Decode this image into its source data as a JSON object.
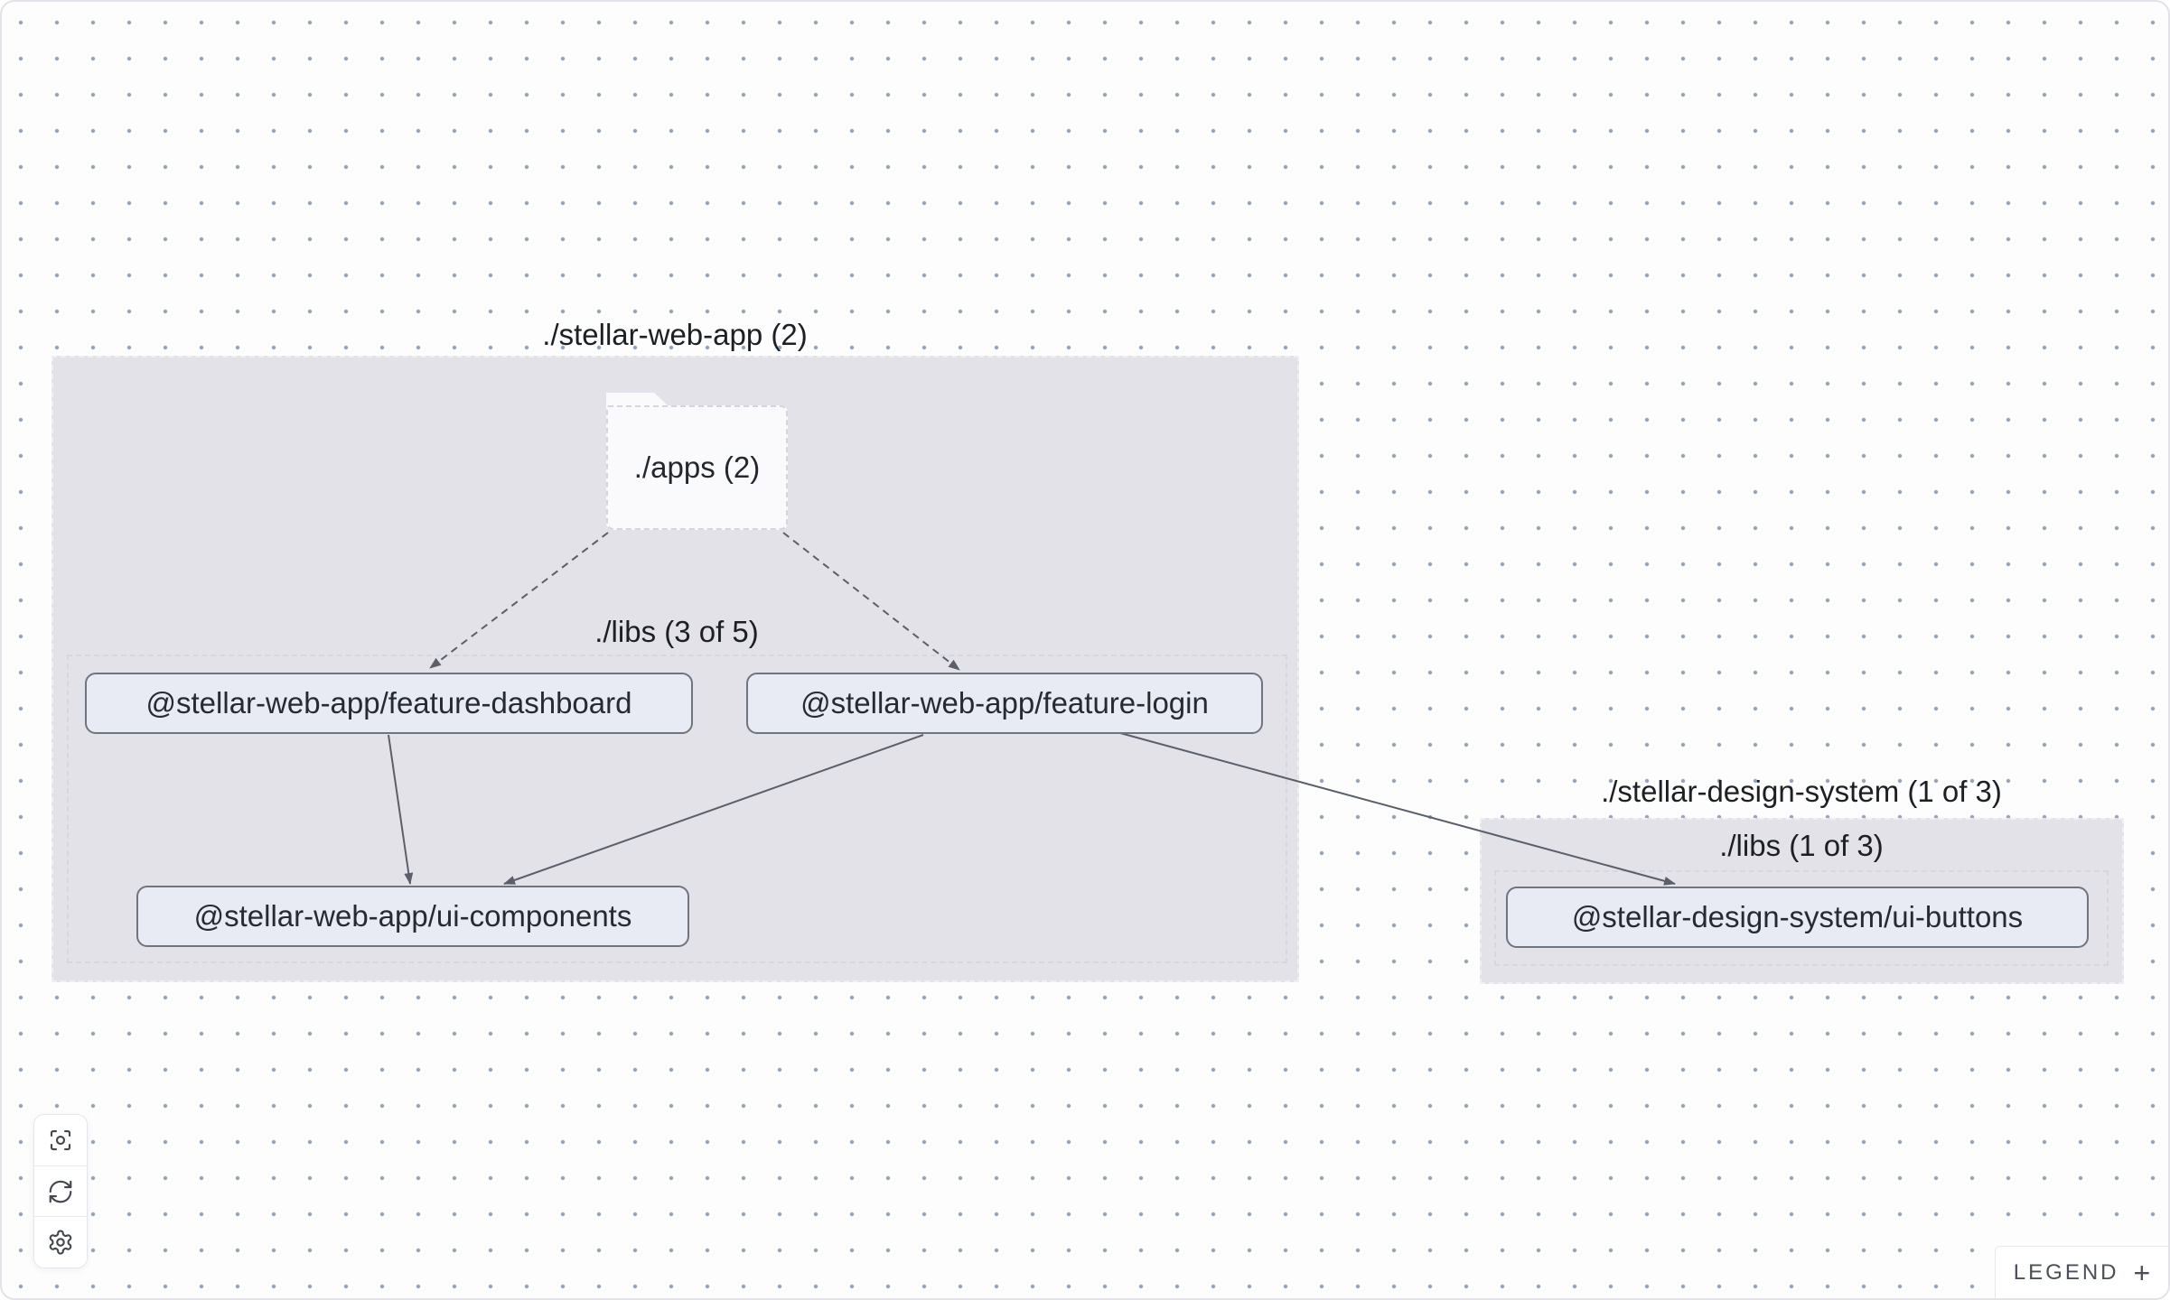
{
  "graph": {
    "groups": [
      {
        "id": "stellar-web-app",
        "label": "./stellar-web-app (2)"
      },
      {
        "id": "stellar-web-app-libs",
        "label": "./libs (3 of 5)"
      },
      {
        "id": "stellar-design-system",
        "label": "./stellar-design-system (1 of 3)"
      },
      {
        "id": "stellar-design-system-libs",
        "label": "./libs (1 of 3)"
      }
    ],
    "folder": {
      "id": "apps",
      "label": "./apps (2)"
    },
    "nodes": [
      {
        "id": "feature-dashboard",
        "label": "@stellar-web-app/feature-dashboard"
      },
      {
        "id": "feature-login",
        "label": "@stellar-web-app/feature-login"
      },
      {
        "id": "ui-components",
        "label": "@stellar-web-app/ui-components"
      },
      {
        "id": "ui-buttons",
        "label": "@stellar-design-system/ui-buttons"
      }
    ],
    "edges": [
      {
        "from": "./apps",
        "to": "@stellar-web-app/feature-dashboard",
        "style": "dashed"
      },
      {
        "from": "./apps",
        "to": "@stellar-web-app/feature-login",
        "style": "dashed"
      },
      {
        "from": "@stellar-web-app/feature-dashboard",
        "to": "@stellar-web-app/ui-components",
        "style": "solid"
      },
      {
        "from": "@stellar-web-app/feature-login",
        "to": "@stellar-web-app/ui-components",
        "style": "solid"
      },
      {
        "from": "@stellar-web-app/feature-login",
        "to": "@stellar-design-system/ui-buttons",
        "style": "solid"
      }
    ]
  },
  "toolbar": {
    "buttons": [
      {
        "name": "zoom-to-fit",
        "icon": "focus-icon"
      },
      {
        "name": "refresh",
        "icon": "refresh-icon"
      },
      {
        "name": "settings",
        "icon": "gear-icon"
      }
    ]
  },
  "legend": {
    "label": "LEGEND",
    "toggle_symbol": "+"
  },
  "colors": {
    "canvas": "#fdfdfe",
    "dot": "#8692a4",
    "group_fill": "#e4e2e9",
    "node_fill": "#e8ebf4",
    "node_border": "#6e7480",
    "edge": "#5a5f69",
    "folder_fill": "#faf9fc"
  }
}
